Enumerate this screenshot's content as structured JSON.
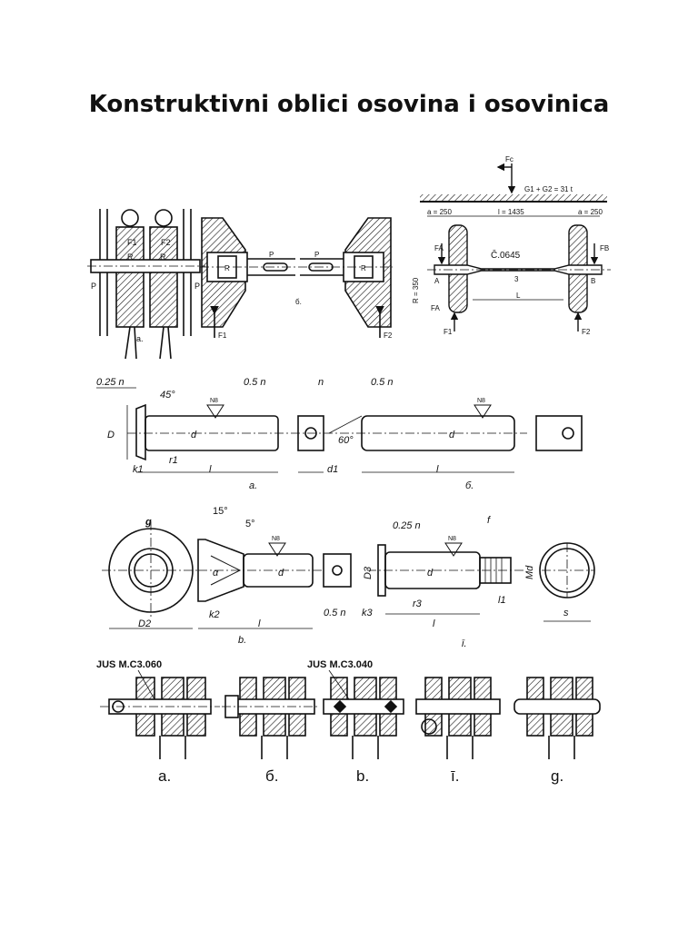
{
  "title": "Konstruktivni oblici osovina i osovinica",
  "fig_top": {
    "left": {
      "labels": [
        "F1",
        "F2",
        "R",
        "R",
        "P",
        "P",
        "a."
      ]
    },
    "middle": {
      "labels": [
        "R",
        "P",
        "P",
        "R",
        "б.",
        "F1",
        "F2"
      ]
    },
    "right": {
      "labels": [
        "Fc",
        "G1 + G2 = 31 t",
        "a = 250",
        "l = 1435",
        "a = 250",
        "FA",
        "FB",
        "Č.0645",
        "3",
        "R = 350",
        "A",
        "B",
        "L",
        "F1",
        "F2",
        "FA"
      ]
    }
  },
  "fig_pins_1": {
    "labels": [
      "0.25 n",
      "45°",
      "D",
      "N8",
      "d",
      "r1",
      "k1",
      "l",
      "a.",
      "0.5 n",
      "n",
      "0.5 n",
      "60°",
      "d1",
      "N8",
      "d",
      "l",
      "б."
    ]
  },
  "fig_pins_2": {
    "labels": [
      "g",
      "D2",
      "15°",
      "5°",
      "α",
      "N8",
      "d",
      "k2",
      "l",
      "b.",
      "0.5 n",
      "0.25 n",
      "f",
      "D3",
      "N8",
      "d",
      "Md",
      "r3",
      "k3",
      "l",
      "l1",
      "ī.",
      "s"
    ]
  },
  "fig_joints": {
    "standard_a": "JUS M.C3.060",
    "standard_b": "JUS M.C3.040",
    "captions": [
      "a.",
      "б.",
      "b.",
      "ī.",
      "g."
    ]
  }
}
